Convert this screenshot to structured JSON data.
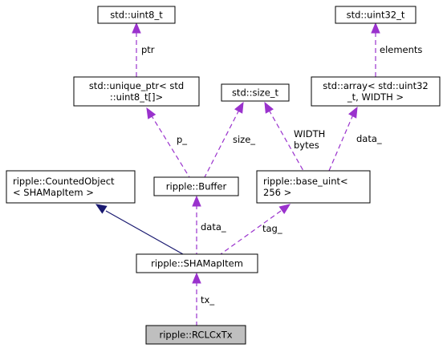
{
  "diagram": {
    "nodes": {
      "uint8": {
        "lines": [
          "std::uint8_t"
        ]
      },
      "uint32": {
        "lines": [
          "std::uint32_t"
        ]
      },
      "unique_ptr": {
        "lines": [
          "std::unique_ptr< std",
          "::uint8_t[]>"
        ]
      },
      "size_t": {
        "lines": [
          "std::size_t"
        ]
      },
      "array": {
        "lines": [
          "std::array< std::uint32",
          "_t, WIDTH >"
        ]
      },
      "counted": {
        "lines": [
          "ripple::CountedObject",
          "< SHAMapItem >"
        ]
      },
      "buffer": {
        "lines": [
          "ripple::Buffer"
        ]
      },
      "base_uint": {
        "lines": [
          "ripple::base_uint<",
          "256 >"
        ]
      },
      "shamapitem": {
        "lines": [
          "ripple::SHAMapItem"
        ]
      },
      "rclcxtx": {
        "lines": [
          "ripple::RCLCxTx"
        ],
        "highlighted": true,
        "fill": "#bfbfbf"
      }
    },
    "edges": {
      "ptr": {
        "label": [
          "ptr"
        ],
        "color": "#9a32cd",
        "style": "dashed"
      },
      "elements": {
        "label": [
          "elements"
        ],
        "color": "#9a32cd",
        "style": "dashed"
      },
      "p": {
        "label": [
          "p_"
        ],
        "color": "#9a32cd",
        "style": "dashed"
      },
      "size": {
        "label": [
          "size_"
        ],
        "color": "#9a32cd",
        "style": "dashed"
      },
      "width_bytes": {
        "label": [
          "WIDTH",
          "bytes"
        ],
        "color": "#9a32cd",
        "style": "dashed"
      },
      "data_array": {
        "label": [
          "data_"
        ],
        "color": "#9a32cd",
        "style": "dashed"
      },
      "inherit": {
        "label": [],
        "color": "#191970",
        "style": "solid"
      },
      "data_buffer": {
        "label": [
          "data_"
        ],
        "color": "#9a32cd",
        "style": "dashed"
      },
      "tag": {
        "label": [
          "tag_"
        ],
        "color": "#9a32cd",
        "style": "dashed"
      },
      "tx": {
        "label": [
          "tx_"
        ],
        "color": "#9a32cd",
        "style": "dashed"
      }
    }
  }
}
